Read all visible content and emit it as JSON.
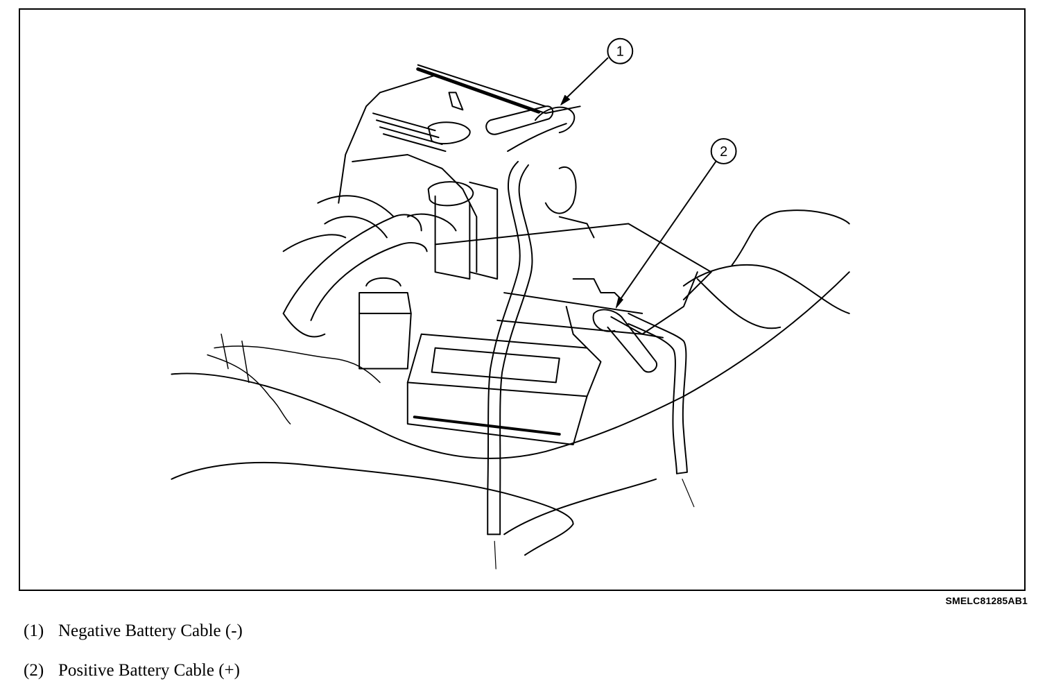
{
  "figure": {
    "code": "SMELC81285AB1",
    "callouts": [
      {
        "number": "1",
        "target": "Negative Battery Cable (-) clamp"
      },
      {
        "number": "2",
        "target": "Positive Battery Cable (+) clamp"
      }
    ]
  },
  "legend": [
    {
      "number": "(1)",
      "label": "Negative Battery Cable (-)"
    },
    {
      "number": "(2)",
      "label": "Positive Battery Cable (+)"
    }
  ]
}
